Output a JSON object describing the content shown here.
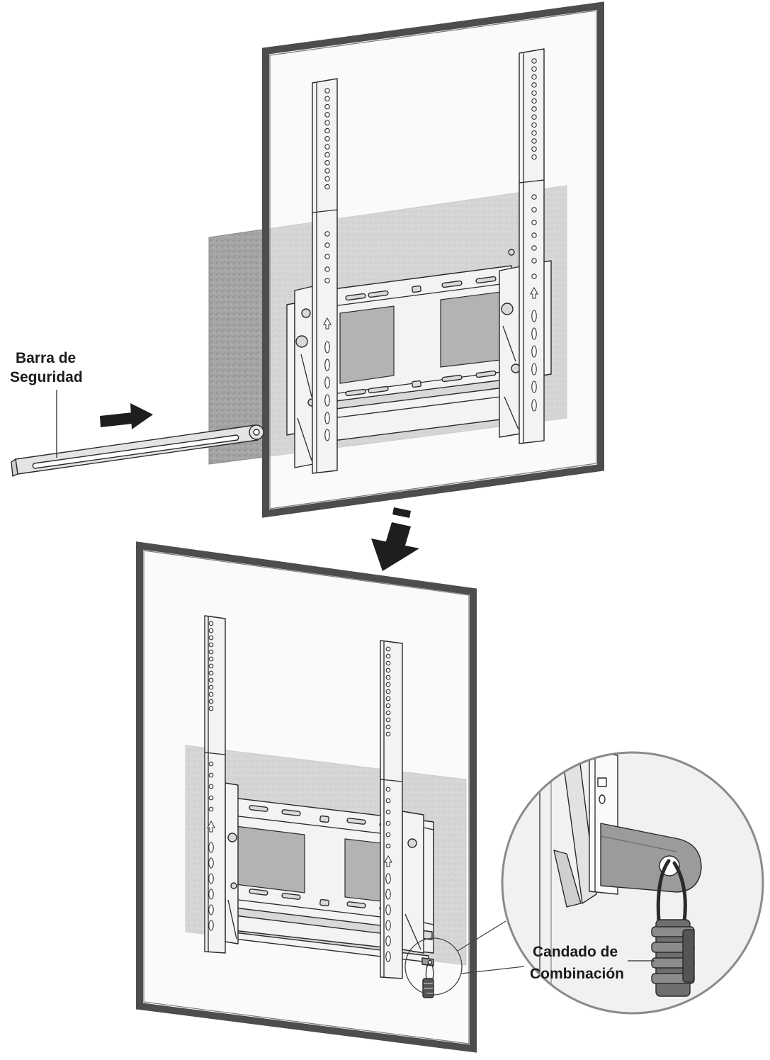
{
  "labels": {
    "security_bar": {
      "line1": "Barra de",
      "line2": "Seguridad"
    },
    "combination_lock": {
      "line1": "Candado de",
      "line2": "Combinación"
    }
  }
}
